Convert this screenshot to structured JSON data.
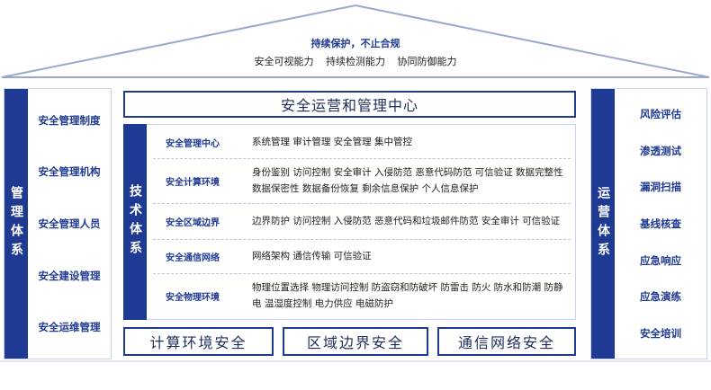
{
  "roof": {
    "title": "持续保护，不止合规",
    "capabilities": [
      "安全可视能力",
      "持续检测能力",
      "协同防御能力"
    ]
  },
  "left": {
    "label": "管理体系",
    "items": [
      "安全管理制度",
      "安全管理机构",
      "安全管理人员",
      "安全建设管理",
      "安全运维管理"
    ]
  },
  "center": {
    "header": "安全运营和管理中心",
    "tech_label": "技术体系",
    "rows": [
      {
        "name": "安全管理中心",
        "content": "系统管理  审计管理  安全管理  集中管控"
      },
      {
        "name": "安全计算环境",
        "content": "身份鉴别  访问控制  安全审计  入侵防范  恶意代码防范  可信验证  数据完整性  数据保密性  数据备份恢复  剩余信息保护  个人信息保护"
      },
      {
        "name": "安全区域边界",
        "content": "边界防护  访问控制  入侵防范  恶意代码和垃圾邮件防范  安全审计  可信验证"
      },
      {
        "name": "安全通信网络",
        "content": "网络架构  通信传输  可信验证"
      },
      {
        "name": "安全物理环境",
        "content": "物理位置选择  物理访问控制  防盗窃和防破坏  防雷击  防火  防水和防潮  防静电  温湿度控制  电力供应  电磁防护"
      }
    ],
    "bottom": [
      "计算环境安全",
      "区域边界安全",
      "通信网络安全"
    ]
  },
  "right": {
    "label": "运营体系",
    "items": [
      "风险评估",
      "渗透测试",
      "漏洞扫描",
      "基线核查",
      "应急响应",
      "应急演练",
      "安全培训"
    ]
  },
  "colors": {
    "primary": "#1f3a93",
    "border": "#c8d2ea",
    "roof_line": "#9aa8cc"
  }
}
